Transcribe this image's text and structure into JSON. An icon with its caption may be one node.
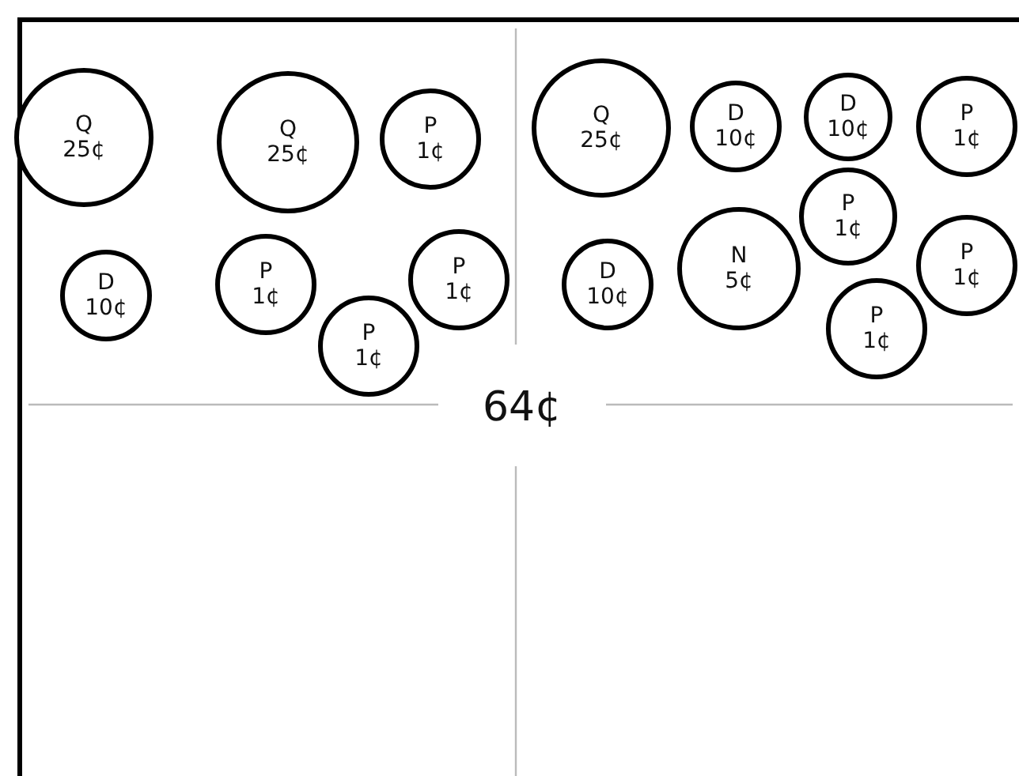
{
  "diagram": {
    "nodes": [
      {
        "text": [
          "Q",
          "25¢"
        ]
      },
      {
        "text": [
          "Q",
          "25¢"
        ]
      },
      {
        "text": [
          "P",
          "1¢"
        ]
      },
      {
        "text": [
          "D",
          "10¢"
        ]
      },
      {
        "text": [
          "P",
          "1¢"
        ]
      },
      {
        "text": [
          "P",
          "1¢"
        ]
      },
      {
        "text": [
          "P",
          "1¢"
        ]
      },
      {
        "text": [
          "Q",
          "25¢"
        ]
      },
      {
        "text": [
          "D",
          "10¢"
        ]
      },
      {
        "text": [
          "D",
          "10¢"
        ]
      },
      {
        "text": [
          "P",
          "1¢"
        ]
      },
      {
        "text": [
          "P",
          "1¢"
        ]
      },
      {
        "text": [
          "D",
          "10¢"
        ]
      },
      {
        "text": [
          "N",
          "5¢"
        ]
      },
      {
        "text": [
          "P",
          "1¢"
        ]
      },
      {
        "text": [
          "P",
          "1¢"
        ]
      }
    ],
    "labels": [
      "64¢"
    ]
  }
}
